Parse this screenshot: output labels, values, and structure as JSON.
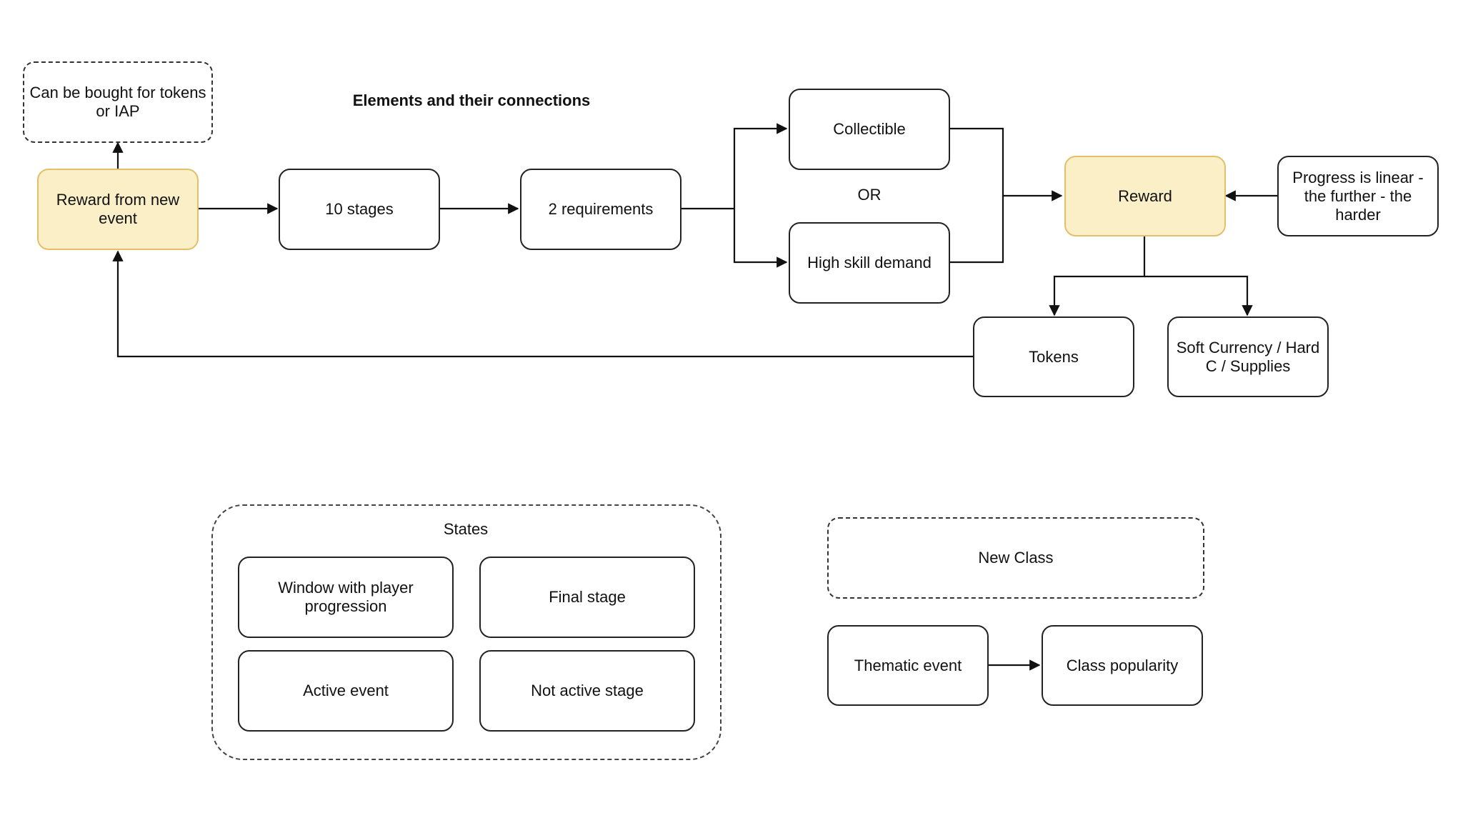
{
  "diagram": {
    "title": "Elements and their connections",
    "nodes": {
      "iap_note": "Can be bought for tokens or IAP",
      "reward_new_event": "Reward from new event",
      "ten_stages": "10 stages",
      "two_requirements": "2 requirements",
      "collectible": "Collectible",
      "or_label": "OR",
      "high_skill": "High skill demand",
      "reward": "Reward",
      "progress_note": "Progress is linear - the further - the harder",
      "tokens": "Tokens",
      "soft_currency": "Soft Currency  / Hard C / Supplies"
    },
    "states": {
      "title": "States",
      "items": [
        "Window with player progression",
        "Final stage",
        "Active event",
        "Not active stage"
      ]
    },
    "new_class": "New Class",
    "thematic_event": "Thematic event",
    "class_popularity": "Class popularity",
    "colors": {
      "highlight_fill": "#fbefc8",
      "highlight_border": "#e2c06b",
      "stroke": "#222222"
    }
  }
}
